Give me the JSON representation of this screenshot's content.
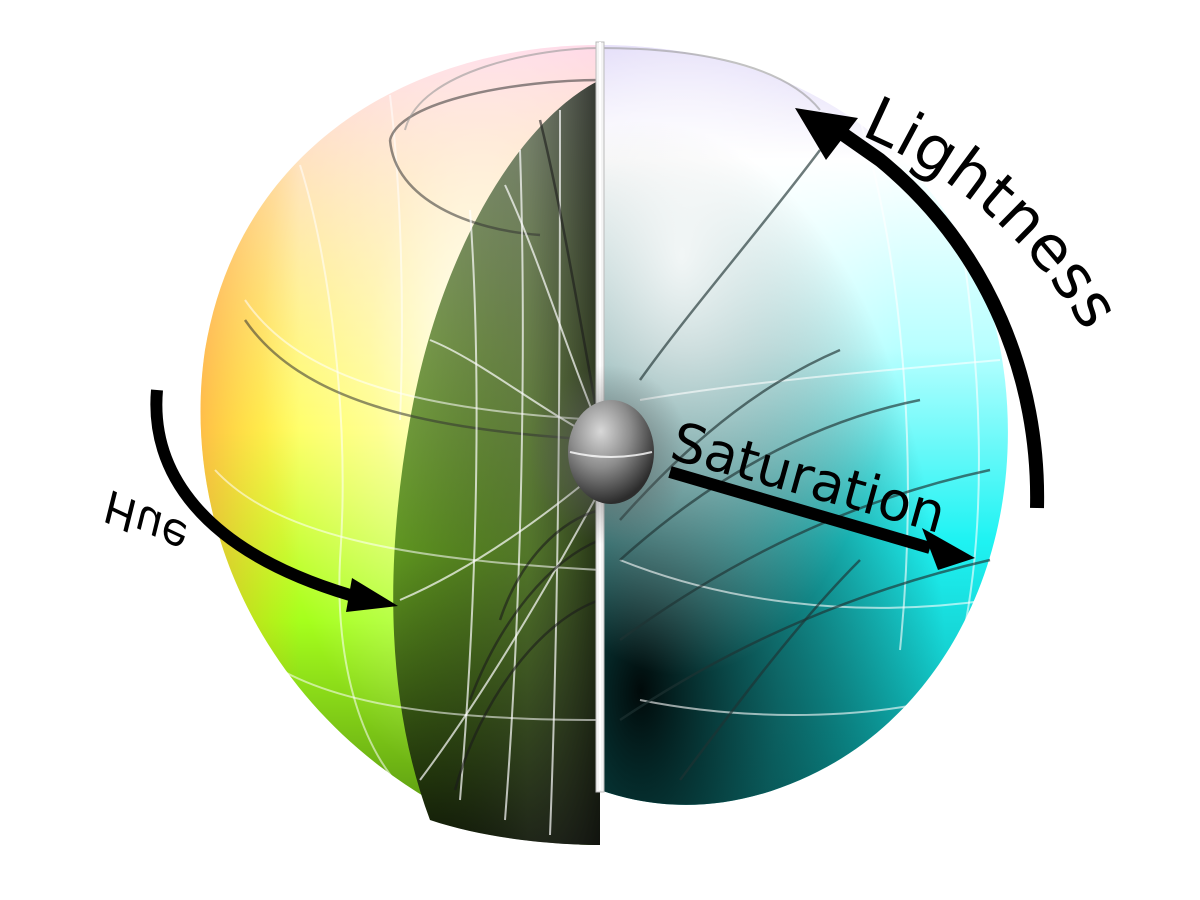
{
  "labels": {
    "lightness": "Lightness",
    "saturation": "Saturation",
    "hue": "Hue"
  },
  "colors": {
    "background": "#ffffff",
    "arrow": "#000000",
    "hue_surface": [
      "#ffb38a",
      "#ffff55",
      "#a7ff1a"
    ],
    "cyan_surface": "#00f0f0",
    "grey_core": "#9a9a9a"
  }
}
